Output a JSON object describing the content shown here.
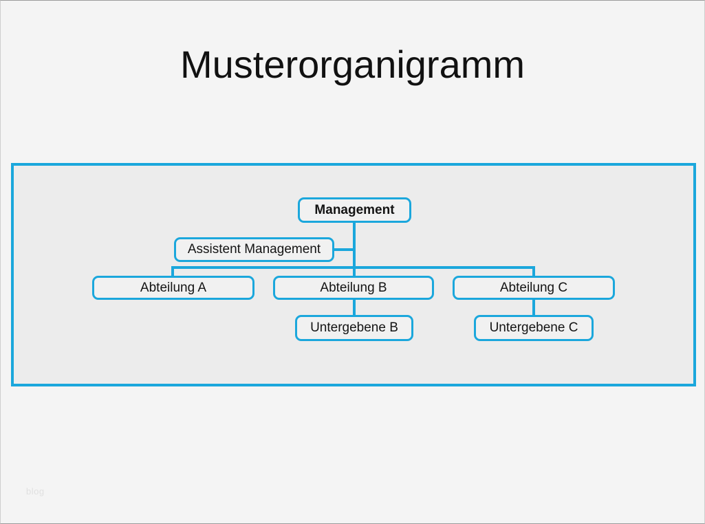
{
  "page": {
    "title": "Musterorganigramm",
    "watermark": "blog"
  },
  "colors": {
    "accent": "#1BA7DC",
    "page_fill": "#F4F4F4",
    "panel_fill": "#ECECEC",
    "node_fill": "#F1F1F1",
    "text": "#141414",
    "watermark_text": "#E0E0E0"
  },
  "org_chart": {
    "nodes": [
      {
        "id": "management",
        "label": "Management",
        "emphasis": "bold"
      },
      {
        "id": "assistant",
        "label": "Assistent Management"
      },
      {
        "id": "dept-a",
        "label": "Abteilung A"
      },
      {
        "id": "dept-b",
        "label": "Abteilung B"
      },
      {
        "id": "dept-c",
        "label": "Abteilung C"
      },
      {
        "id": "sub-b",
        "label": "Untergebene B"
      },
      {
        "id": "sub-c",
        "label": "Untergebene C"
      }
    ],
    "edges": [
      {
        "from": "Management",
        "to": "Assistent Management",
        "type": "staff"
      },
      {
        "from": "Management",
        "to": "Abteilung A",
        "type": "reports"
      },
      {
        "from": "Management",
        "to": "Abteilung B",
        "type": "reports"
      },
      {
        "from": "Management",
        "to": "Abteilung C",
        "type": "reports"
      },
      {
        "from": "Abteilung B",
        "to": "Untergebene B",
        "type": "reports"
      },
      {
        "from": "Abteilung C",
        "to": "Untergebene C",
        "type": "reports"
      }
    ]
  }
}
